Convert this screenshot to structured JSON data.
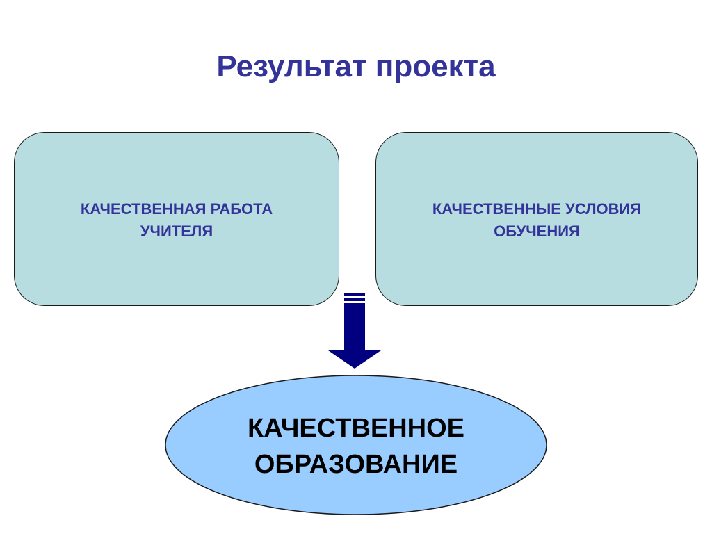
{
  "title": "Результат проекта",
  "boxes": {
    "left": "КАЧЕСТВЕННАЯ РАБОТА\nУЧИТЕЛЯ",
    "right": "КАЧЕСТВЕННЫЕ УСЛОВИЯ\nОБУЧЕНИЯ"
  },
  "result": "КАЧЕСТВЕННОЕ\nОБРАЗОВАНИЕ",
  "colors": {
    "title": "#333399",
    "box_fill": "#b7dde1",
    "ellipse_fill": "#99ccff",
    "arrow_fill": "#000080"
  },
  "icons": {
    "arrow": "down-arrow-icon"
  }
}
